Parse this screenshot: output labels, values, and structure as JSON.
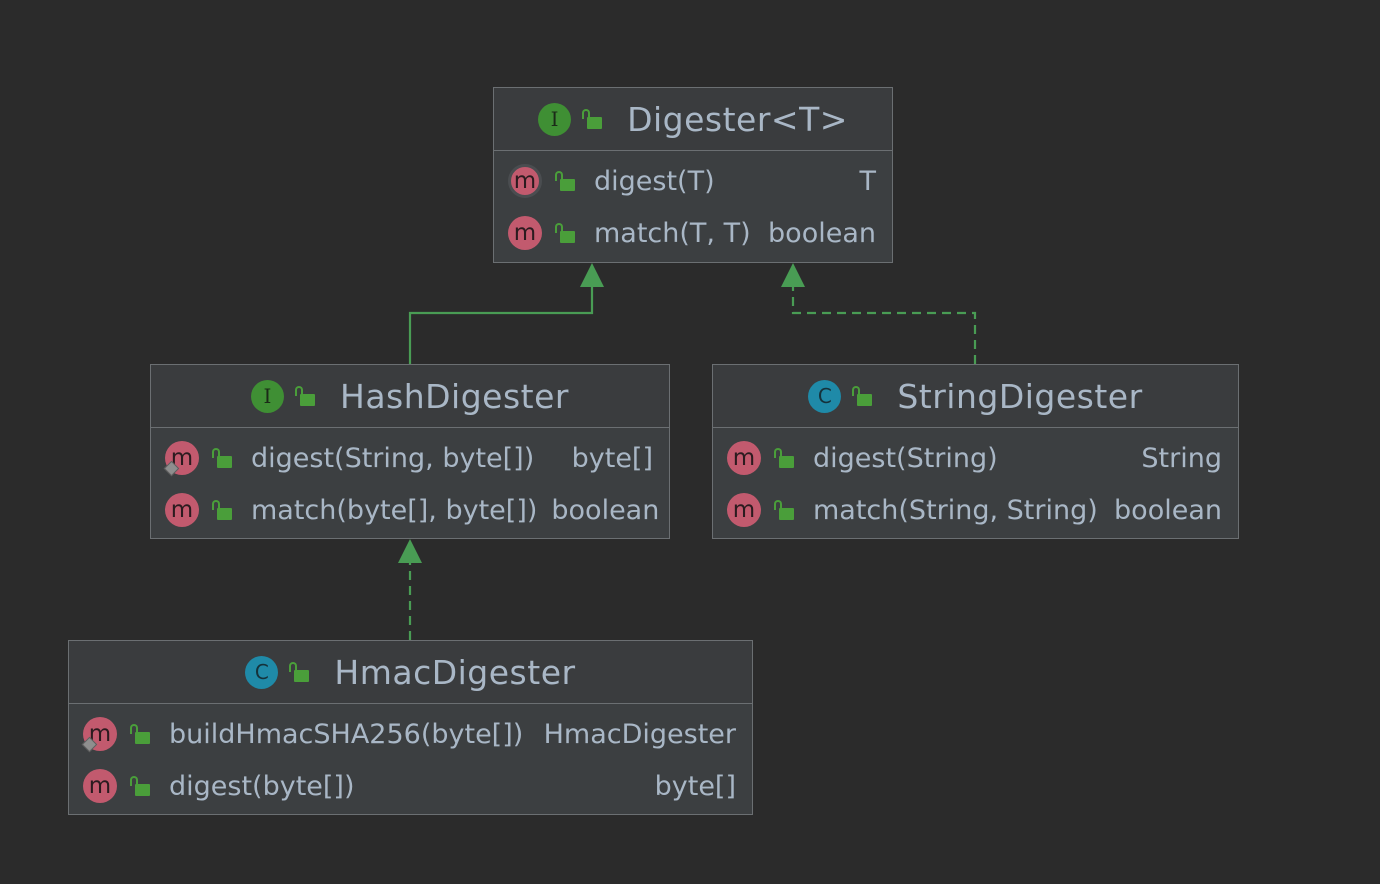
{
  "colors": {
    "background": "#2b2b2b",
    "node_fill": "#3c3f41",
    "node_border": "#6b6f72",
    "text": "#a9b7c6",
    "edge": "#499c54",
    "method_icon": "#c25a6e",
    "interface_icon": "#3f8f34",
    "class_icon": "#1f8aa8"
  },
  "nodes": {
    "digester": {
      "kind": "interface",
      "kind_badge": "I",
      "title": "Digester<T>",
      "methods": [
        {
          "icon": "m",
          "icon_style": "abstract",
          "signature": "digest(T)",
          "return": "T"
        },
        {
          "icon": "m",
          "icon_style": "normal",
          "signature": "match(T, T)",
          "return": "boolean"
        }
      ]
    },
    "hash_digester": {
      "kind": "interface",
      "kind_badge": "I",
      "title": "HashDigester",
      "methods": [
        {
          "icon": "m",
          "icon_style": "static",
          "signature": "digest(String, byte[])",
          "return": "byte[]"
        },
        {
          "icon": "m",
          "icon_style": "normal",
          "signature": "match(byte[], byte[])",
          "return": "boolean"
        }
      ]
    },
    "string_digester": {
      "kind": "class",
      "kind_badge": "C",
      "title": "StringDigester",
      "methods": [
        {
          "icon": "m",
          "icon_style": "normal",
          "signature": "digest(String)",
          "return": "String"
        },
        {
          "icon": "m",
          "icon_style": "normal",
          "signature": "match(String, String)",
          "return": "boolean"
        }
      ]
    },
    "hmac_digester": {
      "kind": "class",
      "kind_badge": "C",
      "title": "HmacDigester",
      "methods": [
        {
          "icon": "m",
          "icon_style": "static",
          "signature": "buildHmacSHA256(byte[])",
          "return": "HmacDigester"
        },
        {
          "icon": "m",
          "icon_style": "normal",
          "signature": "digest(byte[])",
          "return": "byte[]"
        }
      ]
    }
  },
  "edges": [
    {
      "from": "HashDigester",
      "to": "Digester<T>",
      "type": "extends",
      "line": "solid"
    },
    {
      "from": "StringDigester",
      "to": "Digester<T>",
      "type": "implements",
      "line": "dashed"
    },
    {
      "from": "HmacDigester",
      "to": "HashDigester",
      "type": "implements",
      "line": "dashed"
    }
  ]
}
